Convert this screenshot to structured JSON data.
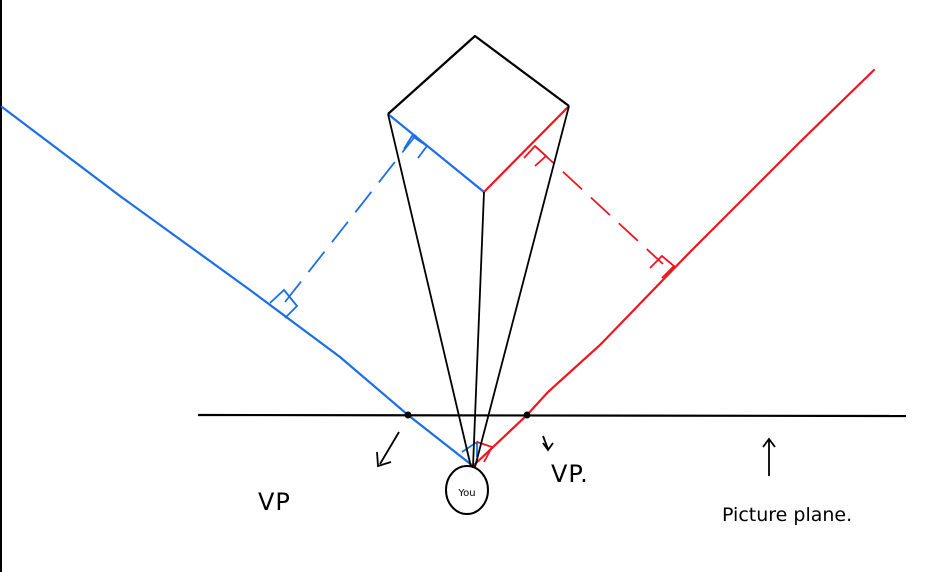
{
  "labels": {
    "vp_left": "VP",
    "vp_right": "VP.",
    "you": "You",
    "picture_plane": "Picture plane."
  },
  "colors": {
    "left_sight_line": "#1a6fe8",
    "right_sight_line": "#f0141e",
    "ink": "#000000",
    "background": "#ffffff"
  }
}
